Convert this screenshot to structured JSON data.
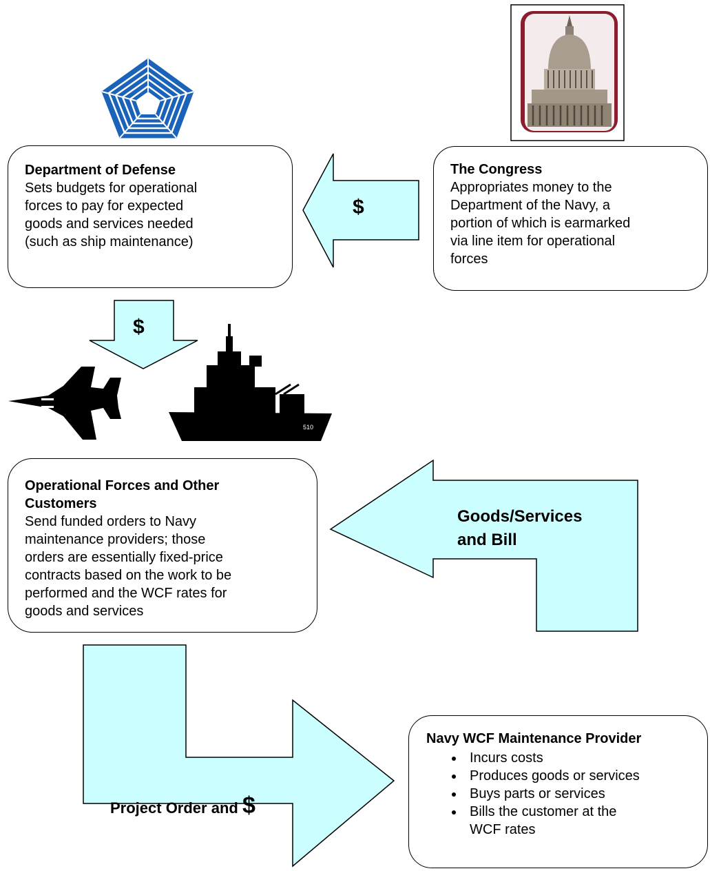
{
  "dod": {
    "title": "Department of Defense",
    "lines": [
      "Sets budgets for operational",
      "forces to pay for expected",
      "goods and services needed",
      "(such as ship maintenance)"
    ]
  },
  "congress": {
    "title": "The Congress",
    "lines": [
      "Appropriates money to the",
      "Department of the Navy, a",
      "portion of which is earmarked",
      "via line item for operational",
      "forces"
    ]
  },
  "forces": {
    "title_lines": [
      "Operational Forces and Other",
      "Customers"
    ],
    "lines": [
      "Send funded orders to Navy",
      "maintenance providers; those",
      "orders are essentially fixed-price",
      "contracts based on the work to be",
      "performed and the WCF rates for",
      "goods and services"
    ]
  },
  "provider": {
    "title": "Navy WCF Maintenance Provider",
    "bullets": [
      "Incurs costs",
      "Produces goods or services",
      "Buys parts or services",
      "Bills the customer at the",
      "WCF rates"
    ]
  },
  "arrows": {
    "congress_to_dod": "$",
    "dod_to_forces": "$",
    "goods_line1": "Goods/Services",
    "goods_line2": "and Bill",
    "order_text": "Project Order and ",
    "order_dollar": "$"
  },
  "colors": {
    "arrow_fill": "#ccffff",
    "stroke": "#000000",
    "pentagon_blue": "#1a63b8"
  }
}
